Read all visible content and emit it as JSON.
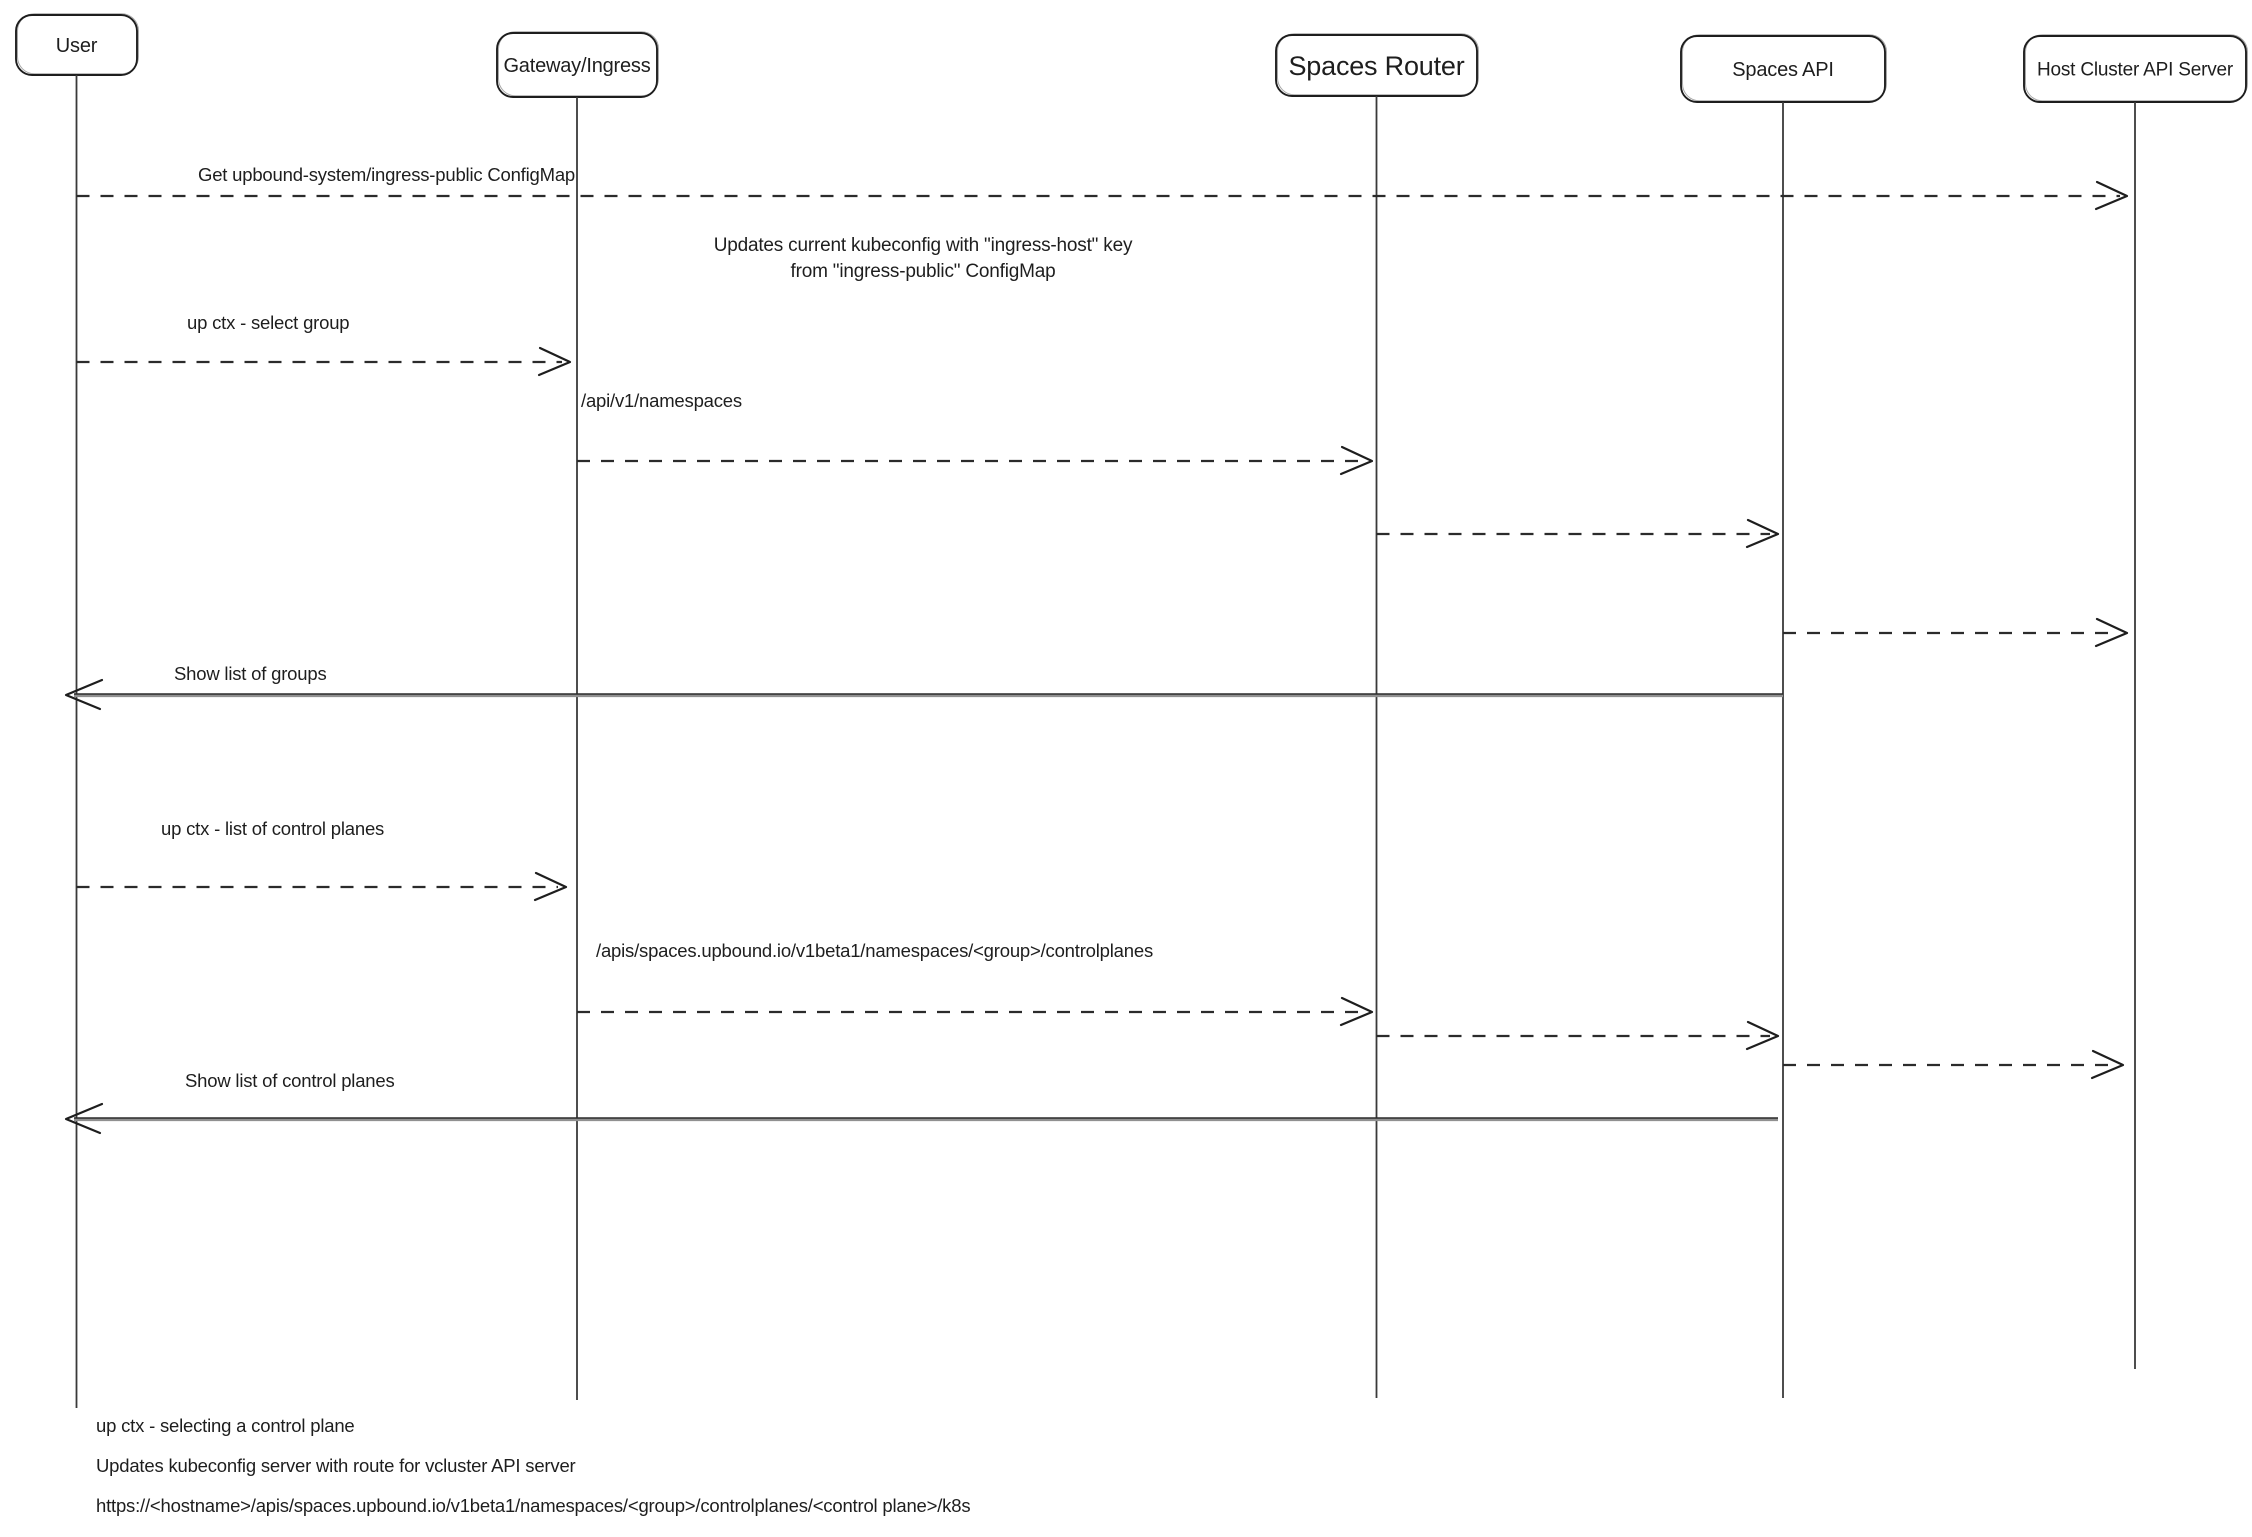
{
  "actors": [
    {
      "id": "user",
      "label": "User"
    },
    {
      "id": "gateway-ingress",
      "label": "Gateway/Ingress"
    },
    {
      "id": "spaces-router",
      "label": "Spaces Router"
    },
    {
      "id": "spaces-api",
      "label": "Spaces API"
    },
    {
      "id": "host-cluster-api-server",
      "label": "Host Cluster API Server"
    }
  ],
  "messages": [
    {
      "label": "Get upbound-system/ingress-public ConfigMap",
      "from": "user",
      "to": "host-cluster-api-server",
      "line": "dashed"
    },
    {
      "label": "up ctx - select group",
      "from": "user",
      "to": "gateway-ingress",
      "line": "dashed"
    },
    {
      "label": "/api/v1/namespaces",
      "from": "gateway-ingress",
      "to": "spaces-router",
      "line": "dashed"
    },
    {
      "label": "",
      "from": "spaces-router",
      "to": "spaces-api",
      "line": "dashed"
    },
    {
      "label": "",
      "from": "spaces-api",
      "to": "host-cluster-api-server",
      "line": "dashed"
    },
    {
      "label": "Show list of groups",
      "from": "spaces-api",
      "to": "user",
      "line": "solid"
    },
    {
      "label": "up ctx - list of control planes",
      "from": "user",
      "to": "gateway-ingress",
      "line": "dashed"
    },
    {
      "label": "/apis/spaces.upbound.io/v1beta1/namespaces/<group>/controlplanes",
      "from": "gateway-ingress",
      "to": "spaces-router",
      "line": "dashed"
    },
    {
      "label": "",
      "from": "spaces-router",
      "to": "spaces-api",
      "line": "dashed"
    },
    {
      "label": "",
      "from": "spaces-api",
      "to": "host-cluster-api-server",
      "line": "dashed"
    },
    {
      "label": "Show list of control planes",
      "from": "spaces-api",
      "to": "user",
      "line": "solid"
    }
  ],
  "note": {
    "line1": "Updates current kubeconfig with \"ingress-host\" key",
    "line2": "from \"ingress-public\" ConfigMap"
  },
  "footer": [
    "up ctx - selecting a control plane",
    "Updates kubeconfig server with route for vcluster API server",
    "https://<hostname>/apis/spaces.upbound.io/v1beta1/namespaces/<group>/controlplanes/<control plane>/k8s"
  ],
  "colors": {
    "stroke": "#1e1e1e",
    "background": "#ffffff"
  }
}
